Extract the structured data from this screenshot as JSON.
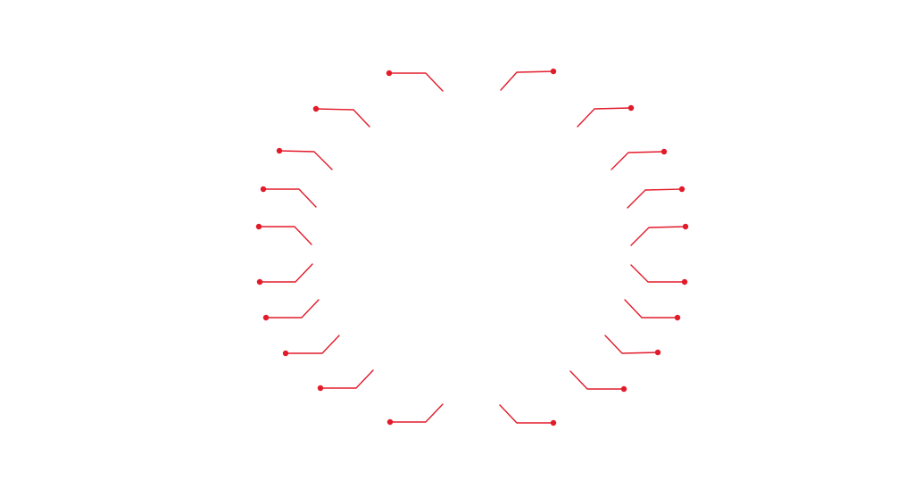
{
  "diagram": {
    "description_visible_text": "",
    "accent_color": "#e21b2a",
    "background_color": "#ffffff",
    "callouts": [
      {
        "side": "left"
      },
      {
        "side": "left"
      },
      {
        "side": "left"
      },
      {
        "side": "left"
      },
      {
        "side": "left"
      },
      {
        "side": "left"
      },
      {
        "side": "left"
      },
      {
        "side": "left"
      },
      {
        "side": "left"
      },
      {
        "side": "left"
      },
      {
        "side": "right"
      },
      {
        "side": "right"
      },
      {
        "side": "right"
      },
      {
        "side": "right"
      },
      {
        "side": "right"
      },
      {
        "side": "right"
      },
      {
        "side": "right"
      },
      {
        "side": "right"
      },
      {
        "side": "right"
      },
      {
        "side": "right"
      }
    ]
  }
}
